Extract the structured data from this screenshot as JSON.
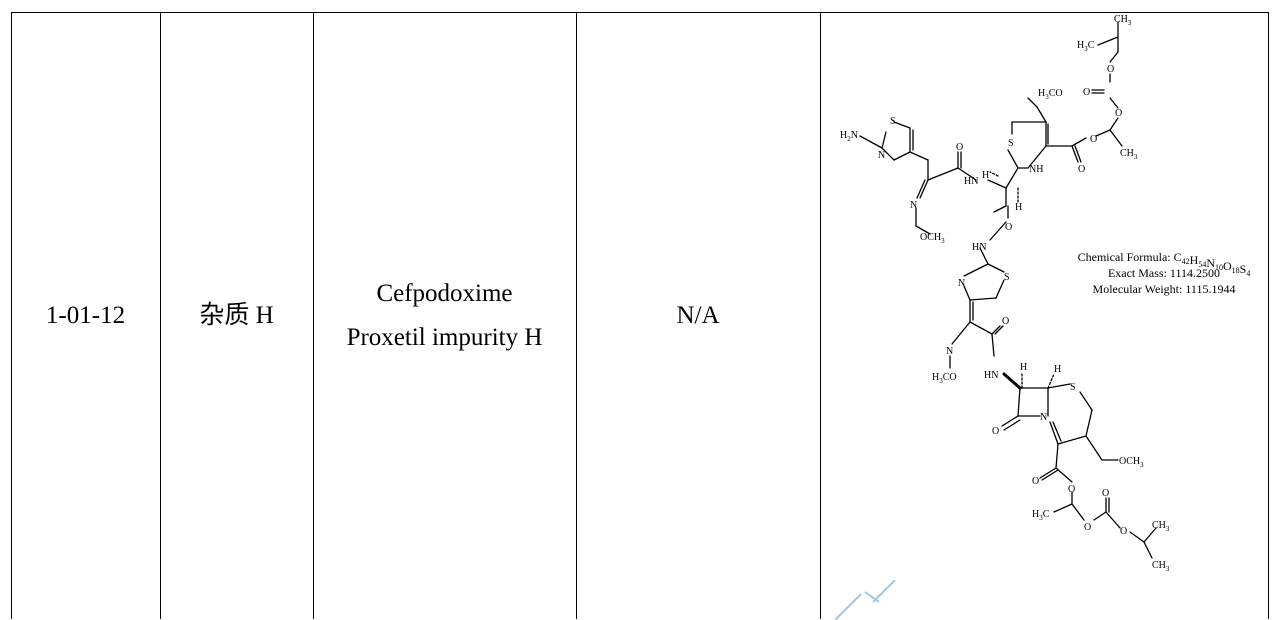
{
  "row": {
    "code": "1-01-12",
    "name_cn": "杂质 H",
    "name_en_line1": "Cefpodoxime",
    "name_en_line2": "Proxetil impurity H",
    "cas": "N/A"
  },
  "structure": {
    "formula_label": "Chemical Formula: ",
    "formula_parts": [
      {
        "t": "C"
      },
      {
        "t": "42",
        "sub": true
      },
      {
        "t": "H"
      },
      {
        "t": "54",
        "sub": true
      },
      {
        "t": "N"
      },
      {
        "t": "10",
        "sub": true
      },
      {
        "t": "O"
      },
      {
        "t": "18",
        "sub": true
      },
      {
        "t": "S"
      },
      {
        "t": "4",
        "sub": true
      }
    ],
    "exact_mass": "Exact Mass: 1114.2500",
    "molecular_weight": "Molecular Weight: 1115.1944",
    "atoms": {
      "ch3": "CH",
      "h3c": "H",
      "sub3": "3",
      "c": "C",
      "o": "O",
      "s": "S",
      "n": "N",
      "h": "H",
      "nh": "NH",
      "hn": "HN",
      "h2n": "H",
      "sub2": "2",
      "och": "OCH",
      "h3co": "H",
      "co": "CO"
    }
  },
  "colors": {
    "watermark": "#9fc7e8",
    "line": "#000000"
  }
}
